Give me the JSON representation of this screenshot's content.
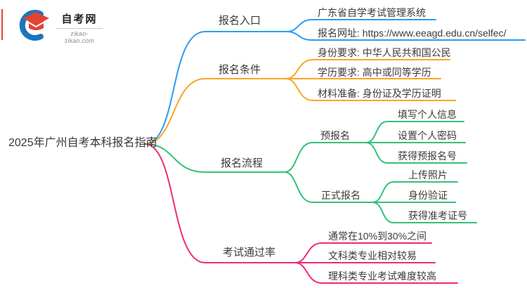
{
  "logo": {
    "title": "自考网",
    "domain": "zikao-zikao.com",
    "cap_color": "#e34234",
    "crescent_color": "#1b75bb"
  },
  "root": {
    "label": "2025年广州自考本科报名指南"
  },
  "branches": [
    {
      "label": "报名入口",
      "color": "#2b9cf3",
      "children": [
        {
          "label": "广东省自学考试管理系统"
        },
        {
          "label": "报名网址: https://www.eeagd.edu.cn/selfec/"
        }
      ]
    },
    {
      "label": "报名条件",
      "color": "#faa525",
      "children": [
        {
          "label": "身份要求: 中华人民共和国公民"
        },
        {
          "label": "学历要求: 高中或同等学历"
        },
        {
          "label": "材料准备: 身份证及学历证明"
        }
      ]
    },
    {
      "label": "报名流程",
      "color": "#33c17a",
      "children": [
        {
          "label": "预报名",
          "children": [
            {
              "label": "填写个人信息"
            },
            {
              "label": "设置个人密码"
            },
            {
              "label": "获得预报名号"
            }
          ]
        },
        {
          "label": "正式报名",
          "children": [
            {
              "label": "上传照片"
            },
            {
              "label": "身份验证"
            },
            {
              "label": "获得准考证号"
            }
          ]
        }
      ]
    },
    {
      "label": "考试通过率",
      "color": "#ee2a7b",
      "children": [
        {
          "label": "通常在10%到30%之间"
        },
        {
          "label": "文科类专业相对较易"
        },
        {
          "label": "理科类专业考试难度较高"
        }
      ]
    }
  ]
}
